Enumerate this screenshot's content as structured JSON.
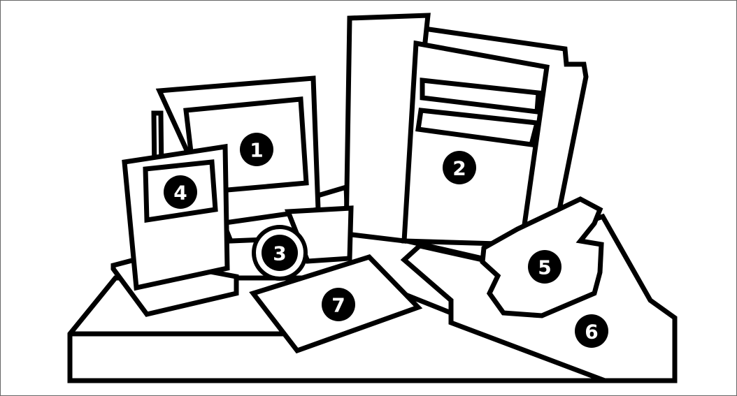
{
  "callouts": [
    {
      "id": "1",
      "label": "1"
    },
    {
      "id": "2",
      "label": "2"
    },
    {
      "id": "3",
      "label": "3"
    },
    {
      "id": "4",
      "label": "4"
    },
    {
      "id": "5",
      "label": "5"
    },
    {
      "id": "6",
      "label": "6"
    },
    {
      "id": "7",
      "label": "7"
    }
  ],
  "colors": {
    "ink": "#000000",
    "paper": "#ffffff",
    "frame_border": "#666666"
  }
}
